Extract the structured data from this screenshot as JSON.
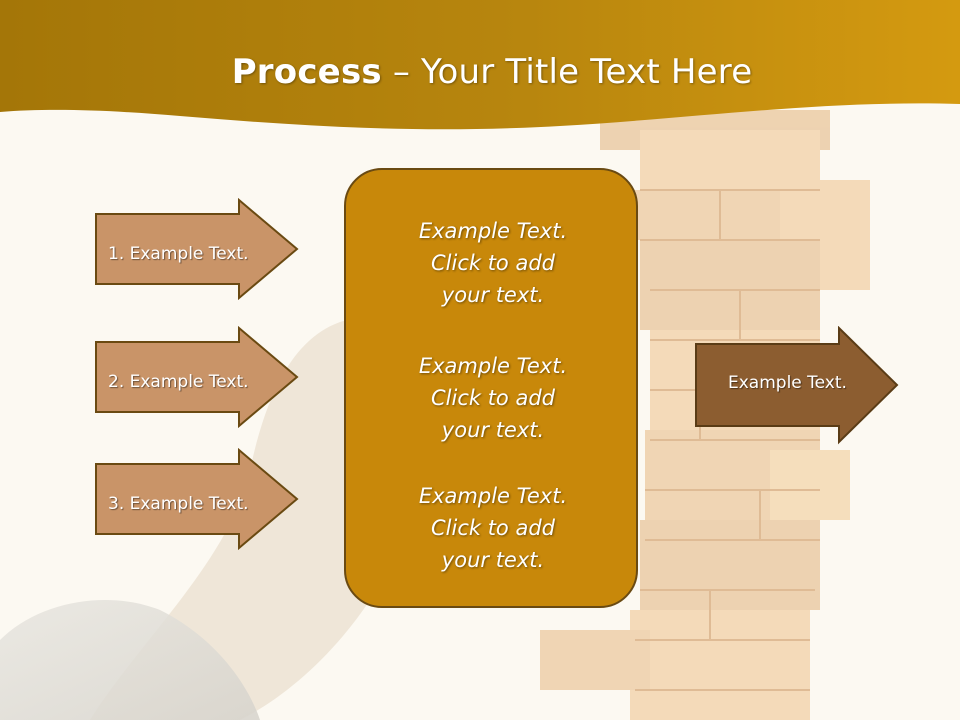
{
  "title": {
    "bold": "Process",
    "rest": " – Your Title Text Here"
  },
  "left_arrows": [
    {
      "label": "1. Example Text."
    },
    {
      "label": "2. Example Text."
    },
    {
      "label": "3. Example Text."
    }
  ],
  "center_box": {
    "paragraphs": [
      {
        "lines": [
          "Example Text.",
          "Click  to add",
          "your text."
        ]
      },
      {
        "lines": [
          "Example Text.",
          "Click  to add",
          "your text."
        ]
      },
      {
        "lines": [
          "Example Text.",
          "Click  to add",
          "your text."
        ]
      }
    ]
  },
  "right_arrow": {
    "label": "Example Text."
  },
  "colors": {
    "header_gold": "#b98510",
    "box_gold": "#c8880a",
    "left_arrow_fill": "#c99468",
    "right_arrow_fill": "#8c5d30",
    "outline": "#6a4a12",
    "background": "#fcf9f2"
  }
}
